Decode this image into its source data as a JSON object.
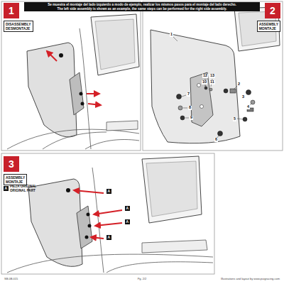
{
  "diagram": {
    "nodes": [
      {
        "text": [
          "Se muestra el montaje del lado izquierdo a modo de ejemplo, realizar los mismos pasos para el montaje del lado derecho.",
          "The left side assembly is shown as an example, the same steps can be performed for the right side assembly."
        ]
      },
      {
        "text": [
          "1"
        ]
      },
      {
        "text": [
          "DISASSEMBLY",
          "DESMONTAJE"
        ]
      },
      {
        "text": [
          "2"
        ]
      },
      {
        "text": [
          "ASSEMBLY",
          "MONTAJE"
        ]
      },
      {
        "text": [
          "3"
        ]
      },
      {
        "text": [
          "ASSEMBLY",
          "MONTAJE"
        ]
      }
    ],
    "labels": [
      "1",
      "12",
      "13",
      "10",
      "11",
      "2",
      "3",
      "4",
      "5",
      "6",
      "7",
      "8",
      "9",
      "A",
      "PIEZA ORIGINAL",
      "ORIGINAL PART",
      "A",
      "A",
      "A",
      "A",
      "SB.0B.015",
      "Pg. 2/2",
      "Illustrations and layout by www.puigracing.com"
    ]
  }
}
